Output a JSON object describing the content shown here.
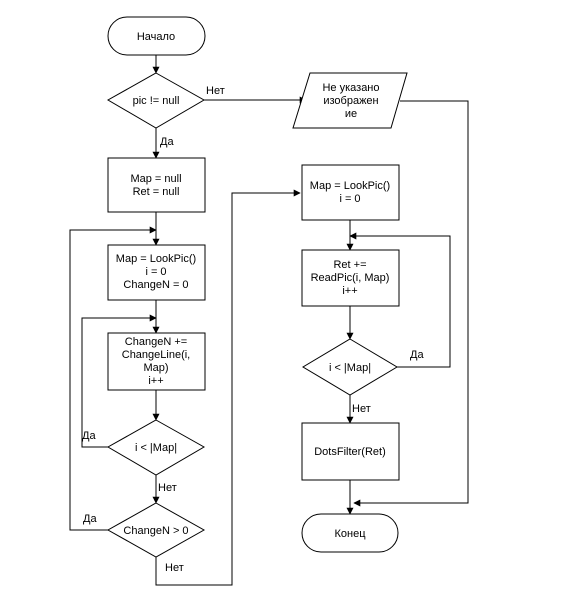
{
  "flowchart": {
    "start": {
      "text": "Начало"
    },
    "end": {
      "text": "Конец"
    },
    "decision_pic": {
      "text": "pic != null",
      "no_label": "Нет",
      "yes_label": "Да"
    },
    "output_error": {
      "line1": "Не указано",
      "line2": "изображен",
      "line3": "ие"
    },
    "init_map_ret": {
      "line1": "Map = null",
      "line2": "Ret = null"
    },
    "lookpic_loop": {
      "line1": "Map = LookPic()",
      "line2": "i = 0",
      "line3": "ChangeN = 0"
    },
    "changeline": {
      "line1": "ChangeN +=",
      "line2": "ChangeLine(i,",
      "line3": "Map)",
      "line4": "i++"
    },
    "decision_i_left": {
      "text": "i < |Map|",
      "yes_label": "Да",
      "no_label": "Нет"
    },
    "decision_changen": {
      "text": "ChangeN > 0",
      "yes_label": "Да",
      "no_label": "Нет"
    },
    "lookpic_right": {
      "line1": "Map = LookPic()",
      "line2": "i = 0"
    },
    "readpic": {
      "line1": "Ret +=",
      "line2": "ReadPic(i, Map)",
      "line3": "i++"
    },
    "decision_i_right": {
      "text": "i < |Map|",
      "yes_label": "Да",
      "no_label": "Нет"
    },
    "dotsfilter": {
      "text": "DotsFilter(Ret)"
    }
  }
}
